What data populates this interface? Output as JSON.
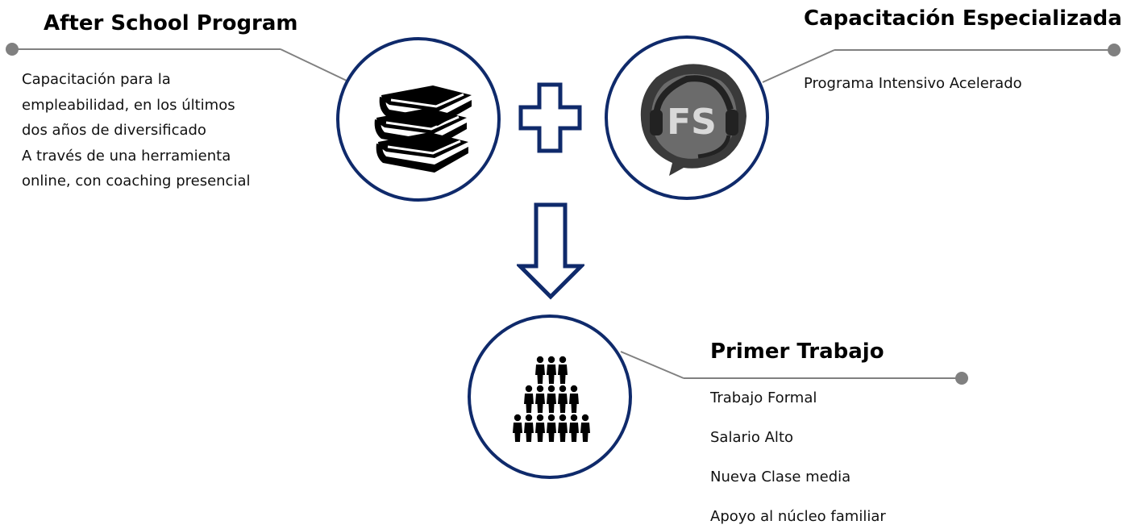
{
  "after_school": {
    "title": "After School Program",
    "lines": [
      "Capacitación para la",
      "empleabilidad, en los últimos",
      "dos años de diversificado",
      "A través de una herramienta",
      "online, con coaching presencial"
    ]
  },
  "capacitacion": {
    "title": "Capacitación Especializada",
    "lines": [
      "Programa Intensivo Acelerado"
    ]
  },
  "primer_trabajo": {
    "title": "Primer Trabajo",
    "lines": [
      "Trabajo Formal",
      "Salario Alto",
      "Nueva Clase media",
      "Apoyo al núcleo familiar"
    ]
  },
  "fs_logo": {
    "text": "FS"
  },
  "icons": {
    "books": "books-icon",
    "fs": "fs-headset-logo",
    "plus": "plus-icon",
    "arrow": "arrow-down-icon",
    "people": "people-pyramid-icon"
  },
  "colors": {
    "circle_border": "#0f2a6b",
    "connector": "#808080",
    "icon": "#000000"
  }
}
